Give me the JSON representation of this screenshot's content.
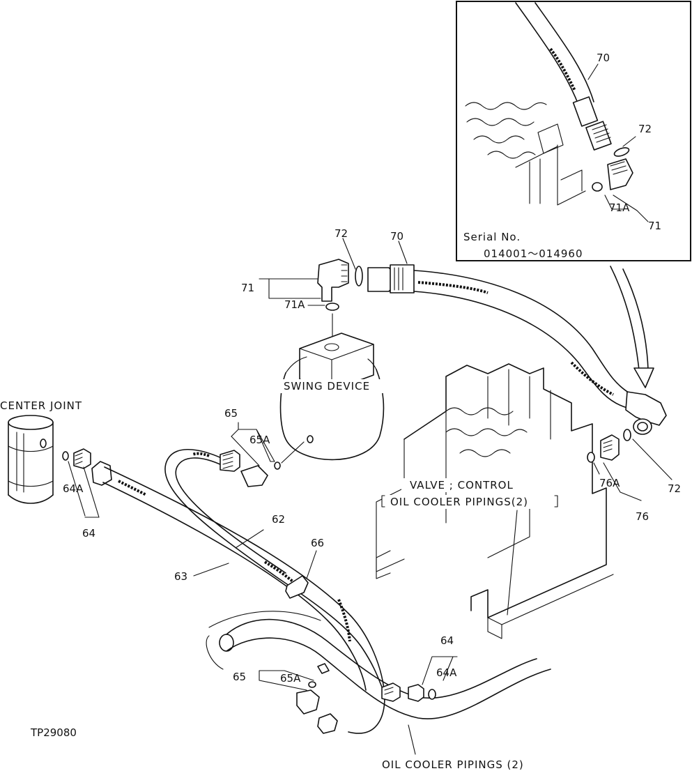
{
  "diagram": {
    "figure_id": "TP29080",
    "inset": {
      "serial_label": "Serial No.",
      "serial_range": "014001～014960"
    },
    "components": {
      "center_joint": "CENTER JOINT",
      "swing_device": "SWING DEVICE",
      "valve_control": "VALVE ; CONTROL",
      "oil_cooler_pipings_upper": "OIL COOLER PIPINGS(2)",
      "oil_cooler_pipings_lower": "OIL COOLER PIPINGS (2)"
    },
    "callouts": {
      "inset_70": "70",
      "inset_72": "72",
      "inset_71a": "71A",
      "inset_71": "71",
      "top_72": "72",
      "top_70": "70",
      "top_71": "71",
      "top_71a": "71A",
      "left_65": "65",
      "left_65a": "65A",
      "cj_64a": "64A",
      "cj_64": "64",
      "hose_62": "62",
      "hose_63": "63",
      "clamp_66": "66",
      "right_76a": "76A",
      "right_76": "76",
      "right_72": "72",
      "bottom_64": "64",
      "bottom_64a": "64A",
      "bottom_65": "65",
      "bottom_65a": "65A"
    }
  }
}
